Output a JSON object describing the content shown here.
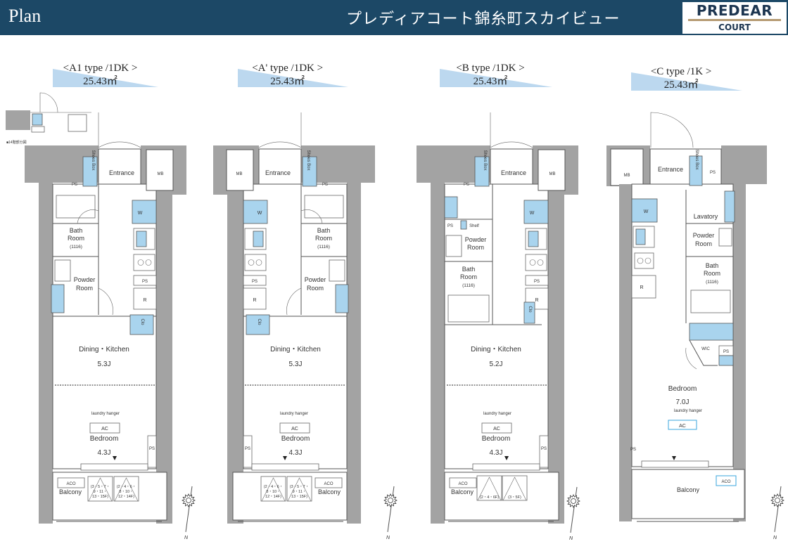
{
  "header": {
    "section": "Plan",
    "property_name": "プレディアコート錦糸町スカイビュー",
    "logo_top": "PREDEAR",
    "logo_bottom": "COURT"
  },
  "keyplan": {
    "caption": "■14階部分図"
  },
  "compass": {
    "north": "N"
  },
  "colors": {
    "header": "#1c4866",
    "accent_blue": "#a9d4ee",
    "wall": "#a3a3a3"
  },
  "plans": [
    {
      "title": "<A1 type /1DK >",
      "area": "25.43㎡",
      "labels": {
        "entrance": "Entrance",
        "mb": "MB",
        "ps": "PS",
        "shoes_box": "Shoes Box",
        "bath_room": [
          "Bath",
          "Room",
          "(1116)"
        ],
        "powder_room": [
          "Powder",
          "Room"
        ],
        "w": "W",
        "ps_kitchen": "PS",
        "r": "R",
        "clo": "Clo",
        "dining_kitchen": "Dining・Kitchen",
        "dk_size": "5.3J",
        "laundry_hanger": "laundry hanger",
        "ac": "AC",
        "bedroom": "Bedroom",
        "bedroom_size": "4.3J",
        "ps_bedroom": "PS",
        "aco": "ACO",
        "balcony": "Balcony",
        "floors": [
          [
            "(3・5・7・",
            "9・11・",
            "13・15F)"
          ],
          [
            "(2・4・6・",
            "8・10・",
            "12・14F)"
          ]
        ]
      }
    },
    {
      "title": "<A' type /1DK >",
      "area": "25.43㎡",
      "labels": {
        "entrance": "Entrance",
        "mb": "MB",
        "ps": "PS",
        "shoes_box": "Shoes Box",
        "bath_room": [
          "Bath",
          "Room",
          "(1116)"
        ],
        "powder_room": [
          "Powder",
          "Room"
        ],
        "w": "W",
        "ps_kitchen": "PS",
        "r": "R",
        "clo": "Clo",
        "dining_kitchen": "Dining・Kitchen",
        "dk_size": "5.3J",
        "laundry_hanger": "laundry hanger",
        "ac": "AC",
        "bedroom": "Bedroom",
        "bedroom_size": "4.3J",
        "ps_bedroom": "PS",
        "aco": "ACO",
        "balcony": "Balcony",
        "floors": [
          [
            "(3・5・7・",
            "9・11・",
            "13・15F)"
          ],
          [
            "(2・4・6・",
            "8・10・",
            "12・14F)"
          ]
        ]
      }
    },
    {
      "title": "<B type /1DK >",
      "area": "25.43㎡",
      "labels": {
        "entrance": "Entrance",
        "mb": "MB",
        "ps": "PS",
        "shoes_box": "Shoes Box",
        "shelf": "Shelf",
        "ps_toilet": "PS",
        "bath_room": [
          "Bath",
          "Room",
          "(1116)"
        ],
        "powder_room": [
          "Powder",
          "Room"
        ],
        "w": "W",
        "ps_kitchen": "PS",
        "r": "R",
        "clo": "Clo",
        "dining_kitchen": "Dining・Kitchen",
        "dk_size": "5.2J",
        "laundry_hanger": "laundry hanger",
        "ac": "AC",
        "bedroom": "Bedroom",
        "bedroom_size": "4.3J",
        "ps_bedroom": "PS",
        "aco": "ACO",
        "balcony": "Balcony",
        "floors": [
          [
            "(2・4・6F)"
          ],
          [
            "(3・5F)"
          ]
        ]
      }
    },
    {
      "title": "<C type /1K >",
      "area": "25.43㎡",
      "labels": {
        "entrance": "Entrance",
        "mb": "MB",
        "ps": "PS",
        "shoes_box": "Shoes Box",
        "lavatory": "Lavatory",
        "bath_room": [
          "Bath",
          "Room",
          "(1116)"
        ],
        "powder_room": [
          "Powder",
          "Room"
        ],
        "w": "W",
        "r": "R",
        "wic": "WIC",
        "ps_wic": "PS",
        "bedroom": "Bedroom",
        "bedroom_size": "7.0J",
        "laundry_hanger": "laundry hanger",
        "ac": "AC",
        "ps_bedroom": "PS",
        "aco": "ACO",
        "balcony": "Balcony"
      }
    }
  ]
}
